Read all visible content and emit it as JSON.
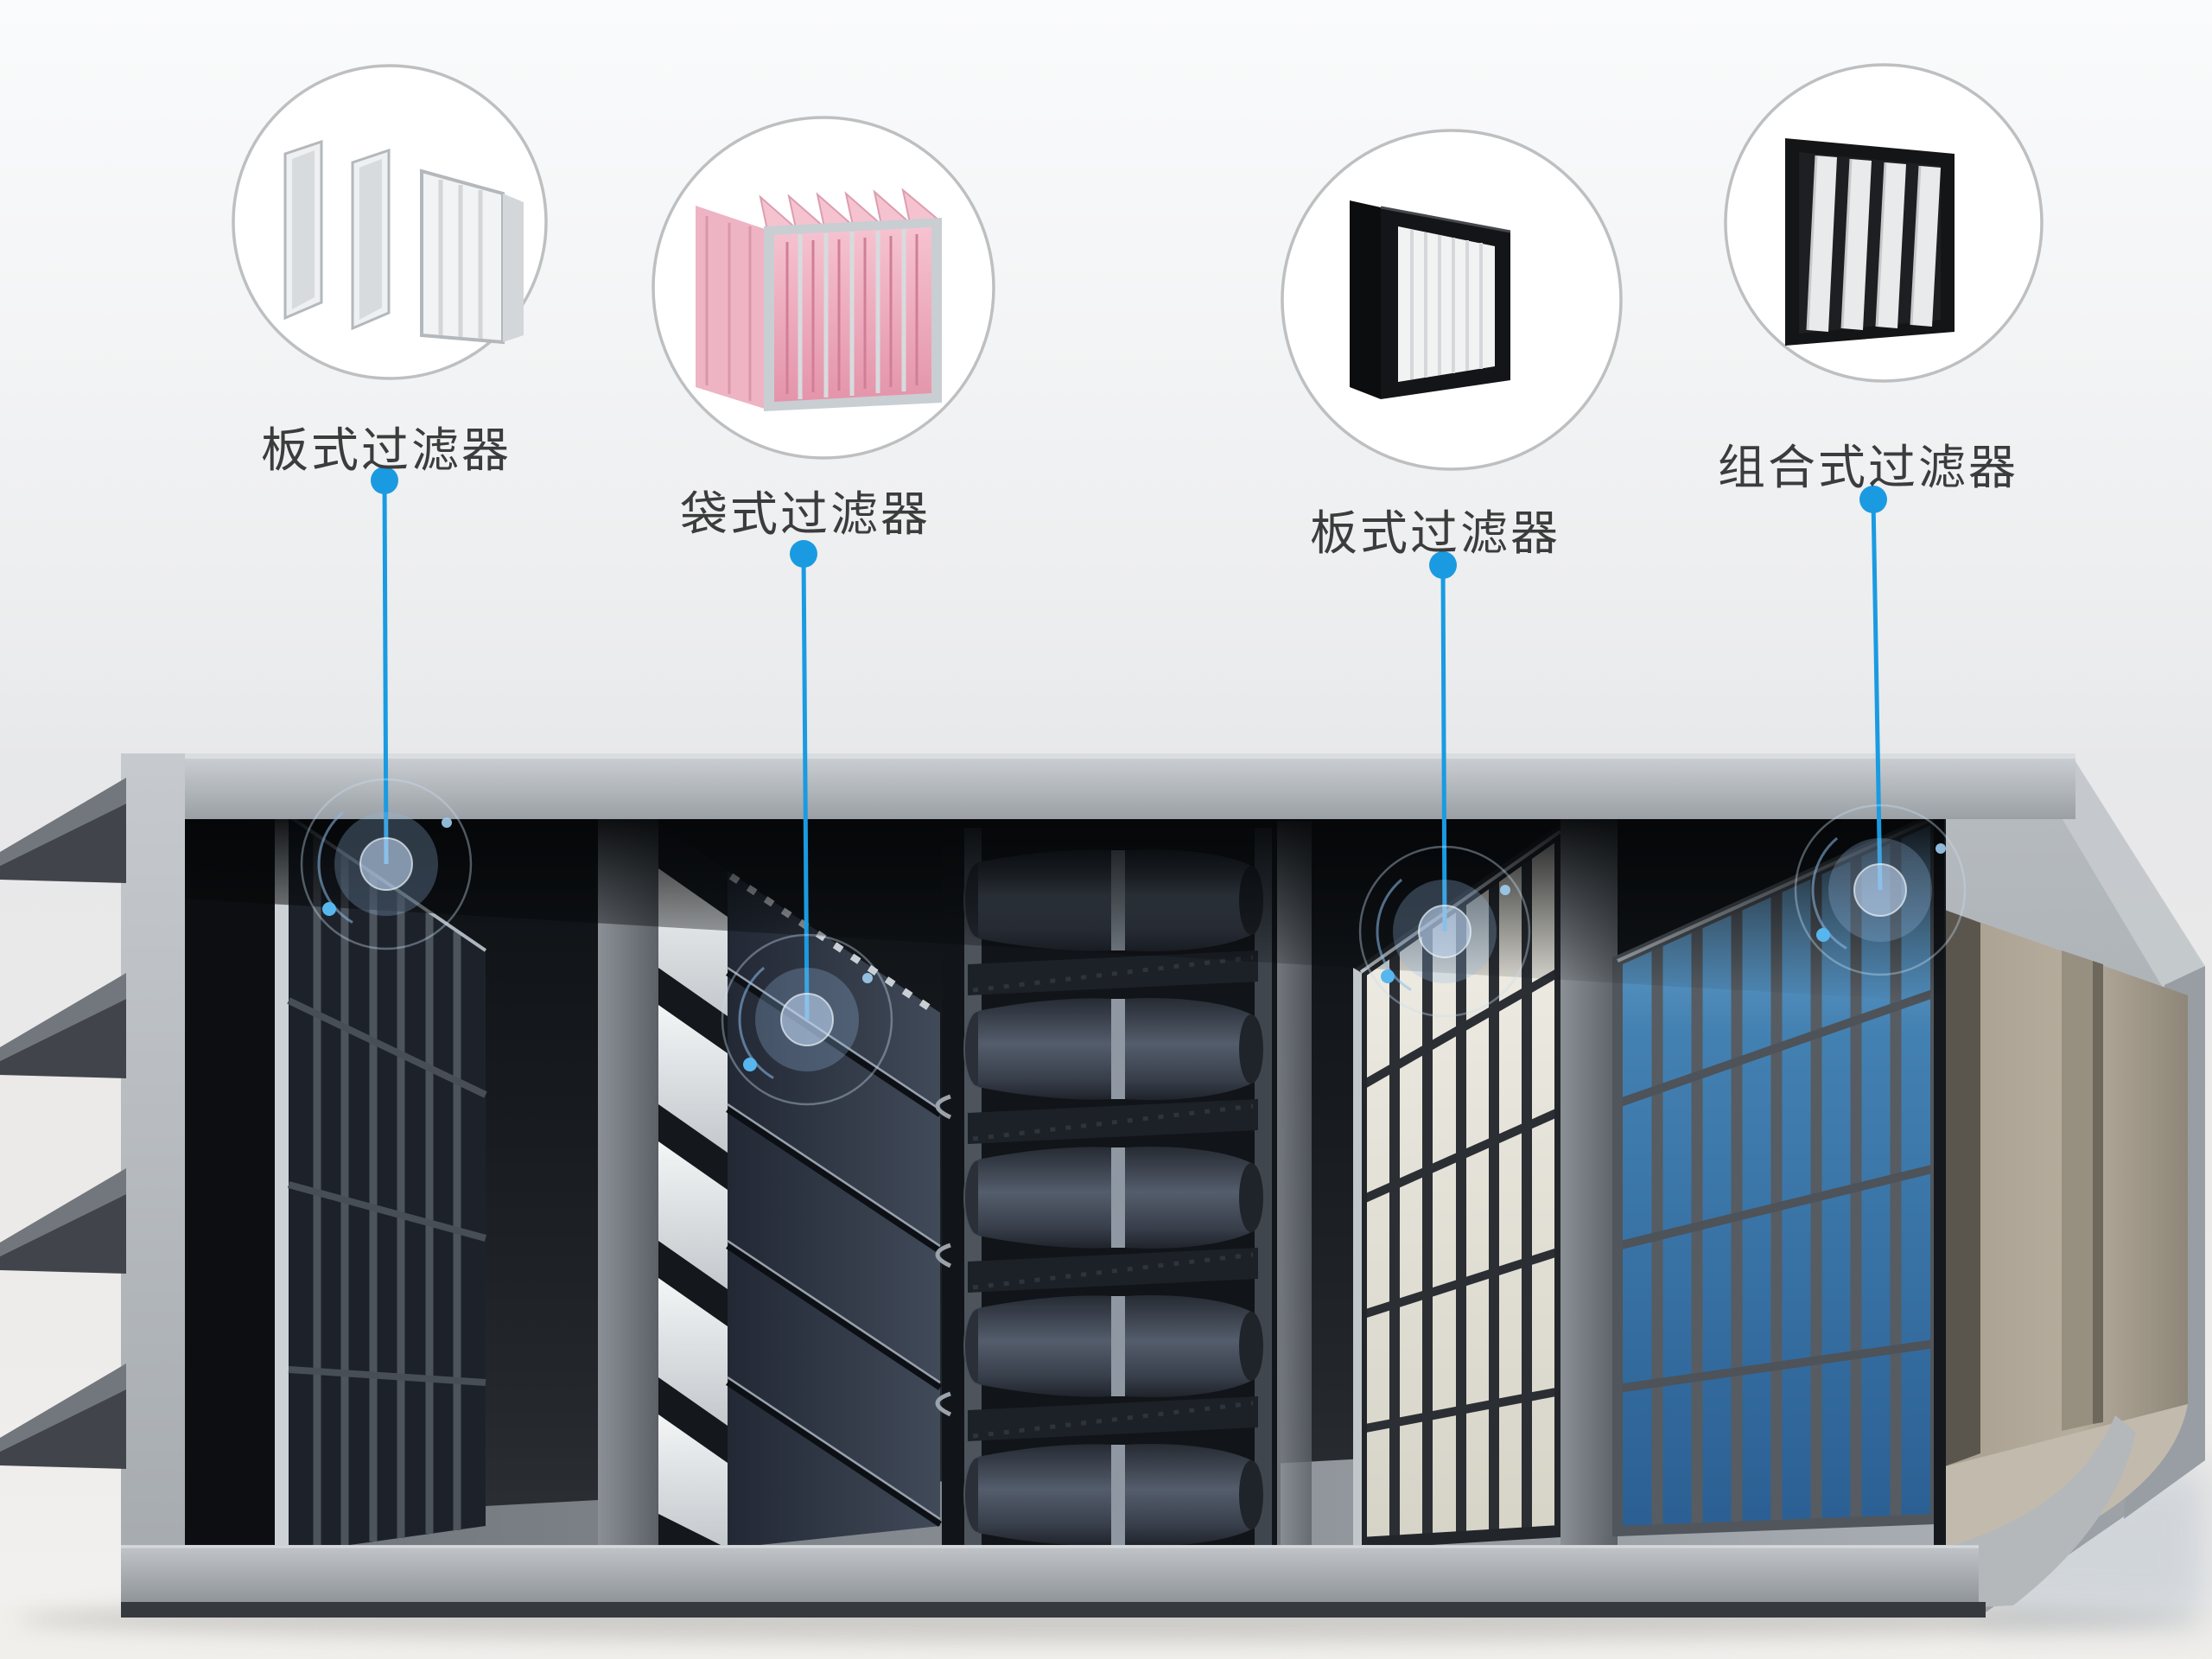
{
  "callouts": [
    {
      "label": "板式过滤器"
    },
    {
      "label": "袋式过滤器"
    },
    {
      "label": "板式过滤器"
    },
    {
      "label": "组合式过滤器"
    }
  ],
  "colors": {
    "accent": "#1a9be1",
    "label_text": "#3c3c3c",
    "circle_border": "#bdbfc1",
    "housing_gray": "#aab0b5",
    "interior_dark": "#15181c",
    "panel_filter_blue": "#3c79ab",
    "bag_filter_pink": "#f2b9c6",
    "media_white": "#eceadf"
  }
}
